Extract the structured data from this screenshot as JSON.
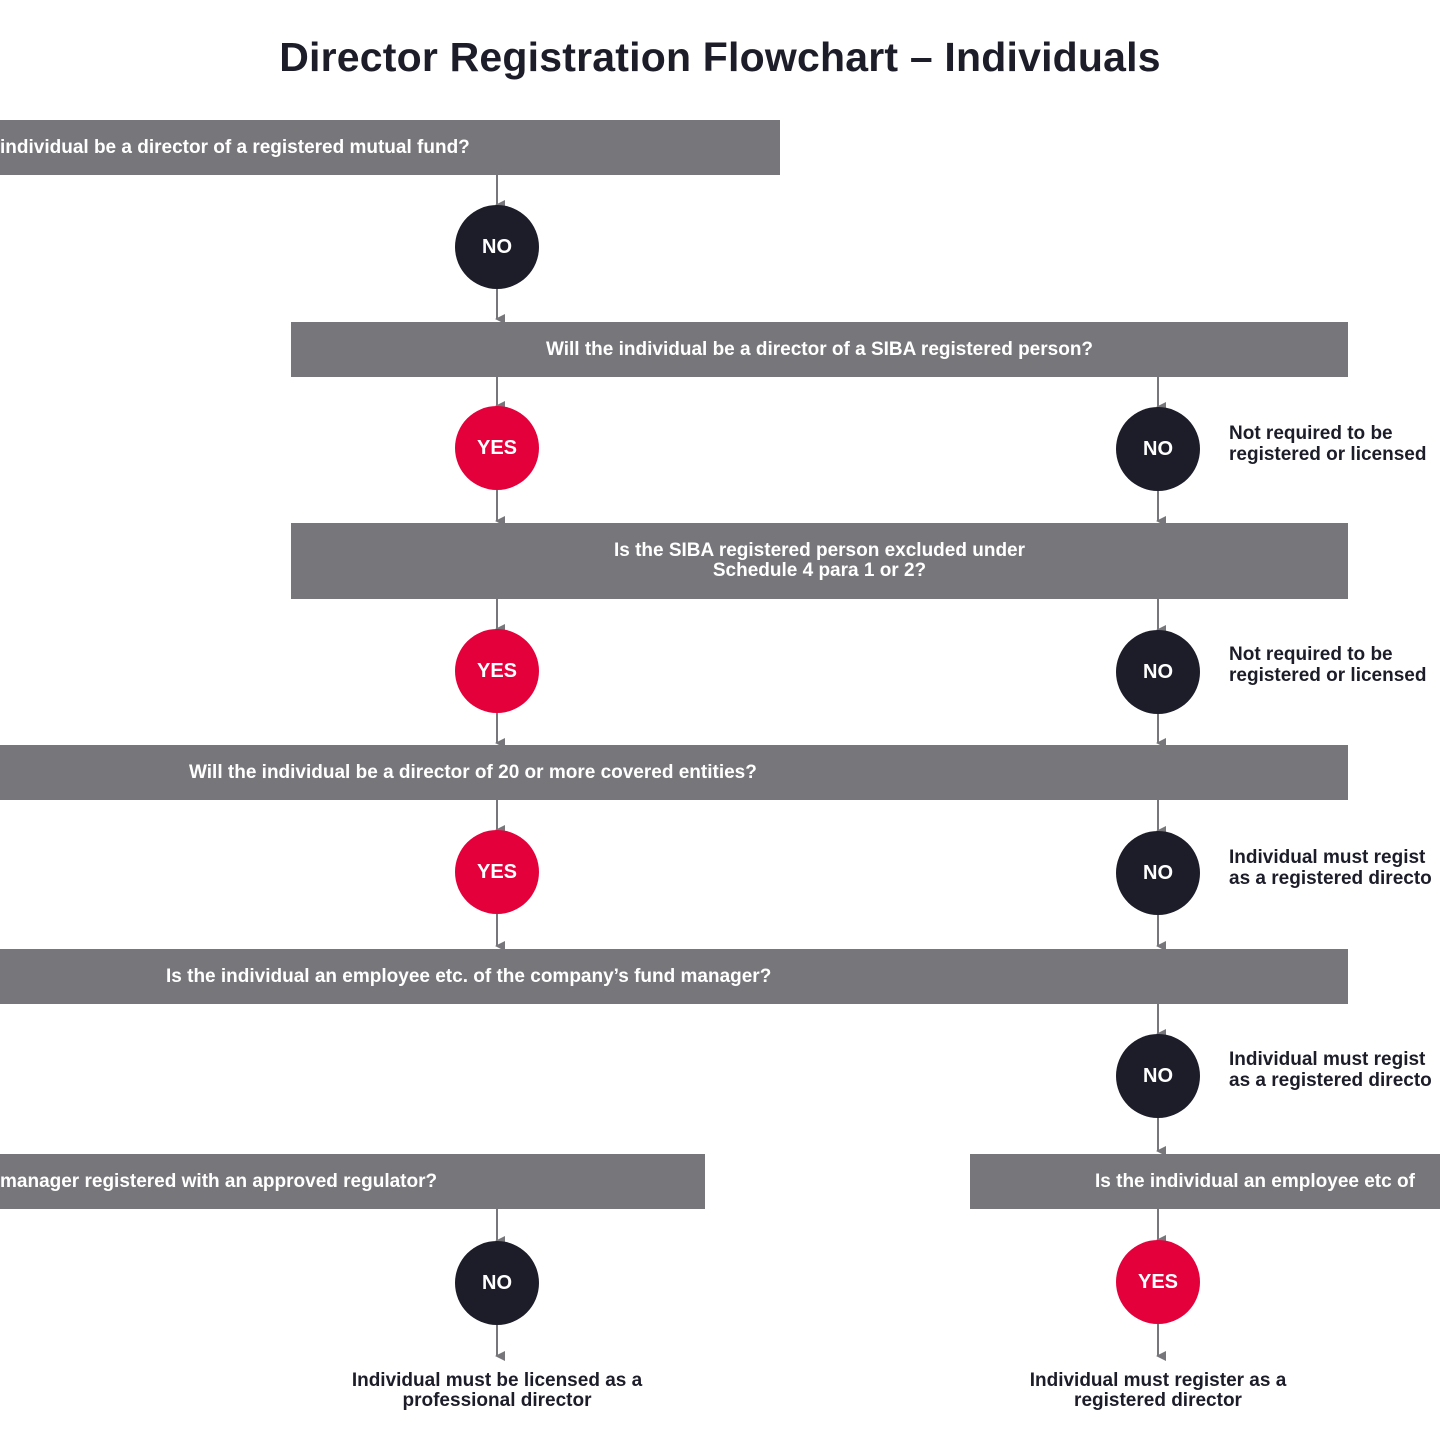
{
  "title": "Director Registration Flowchart – Individuals",
  "questions": {
    "q1": "individual be a director of a registered mutual fund?",
    "q2": "Will the individual be a director of a SIBA registered person?",
    "q3_line1": "Is the SIBA registered person excluded under",
    "q3_line2": "Schedule 4 para 1 or 2?",
    "q4": "Will the individual be a director of 20 or more covered entities?",
    "q5": "Is the individual an employee etc. of the company’s fund manager?",
    "q6": "manager registered with an approved regulator?",
    "q7": "Is the individual an employee etc of"
  },
  "answers": {
    "no": "NO",
    "yes": "YES"
  },
  "notes": {
    "n1_line1": "Not required to be",
    "n1_line2": "registered or licensed",
    "n2_line1": "Not required to be",
    "n2_line2": "registered or licensed",
    "n3_line1": "Individual must regist",
    "n3_line2": "as a registered directo",
    "n4_line1": "Individual must regist",
    "n4_line2": "as a registered directo"
  },
  "outcomes": {
    "o1_line1": "Individual must be licensed as a",
    "o1_line2": "professional director",
    "o2_line1": "Individual must register as a",
    "o2_line2": "registered director"
  },
  "colors": {
    "box": "#77777b",
    "no_circle": "#1c1d29",
    "yes_circle": "#e4003b",
    "arrow": "#77777b",
    "text": "#1c1d29"
  }
}
